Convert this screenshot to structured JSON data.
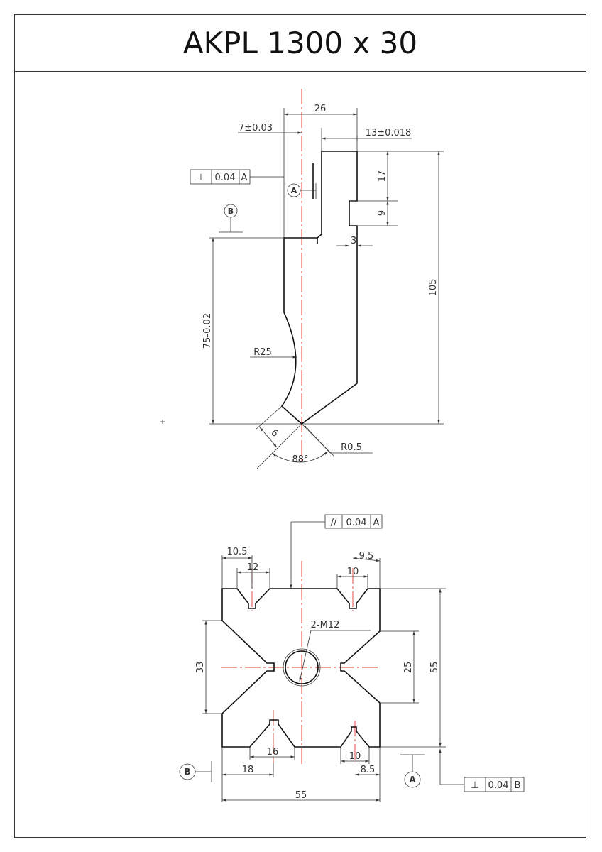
{
  "title": "AKPL 1300 x 30",
  "top_view": {
    "dims": {
      "width_26": "26",
      "offset_7": "7±0.03",
      "offset_13": "13±0.018",
      "height_17": "17",
      "height_9": "9",
      "depth_3": "3",
      "height_105": "105",
      "height_75": "75-0.02",
      "radius_25": "R25",
      "radius_05": "R0.5",
      "angle_88": "88°",
      "tip_6": "6"
    },
    "tolerance_a": {
      "symbol": "⊥",
      "value": "0.04",
      "datum": "A"
    },
    "datum_a": "A",
    "datum_b": "B"
  },
  "bottom_view": {
    "dims": {
      "d_10_5": "10.5",
      "d_12": "12",
      "d_9_5": "9.5",
      "d_10_top": "10",
      "thread": "2-M12",
      "d_33": "33",
      "d_25": "25",
      "d_55_height": "55",
      "d_16": "16",
      "d_18": "18",
      "d_10_bottom": "10",
      "d_8_5": "8.5",
      "d_55_width": "55"
    },
    "tolerance_parallel": {
      "symbol": "//",
      "value": "0.04",
      "datum": "A"
    },
    "tolerance_perp": {
      "symbol": "⊥",
      "value": "0.04",
      "datum": "B"
    },
    "datum_a": "A",
    "datum_b": "B"
  }
}
